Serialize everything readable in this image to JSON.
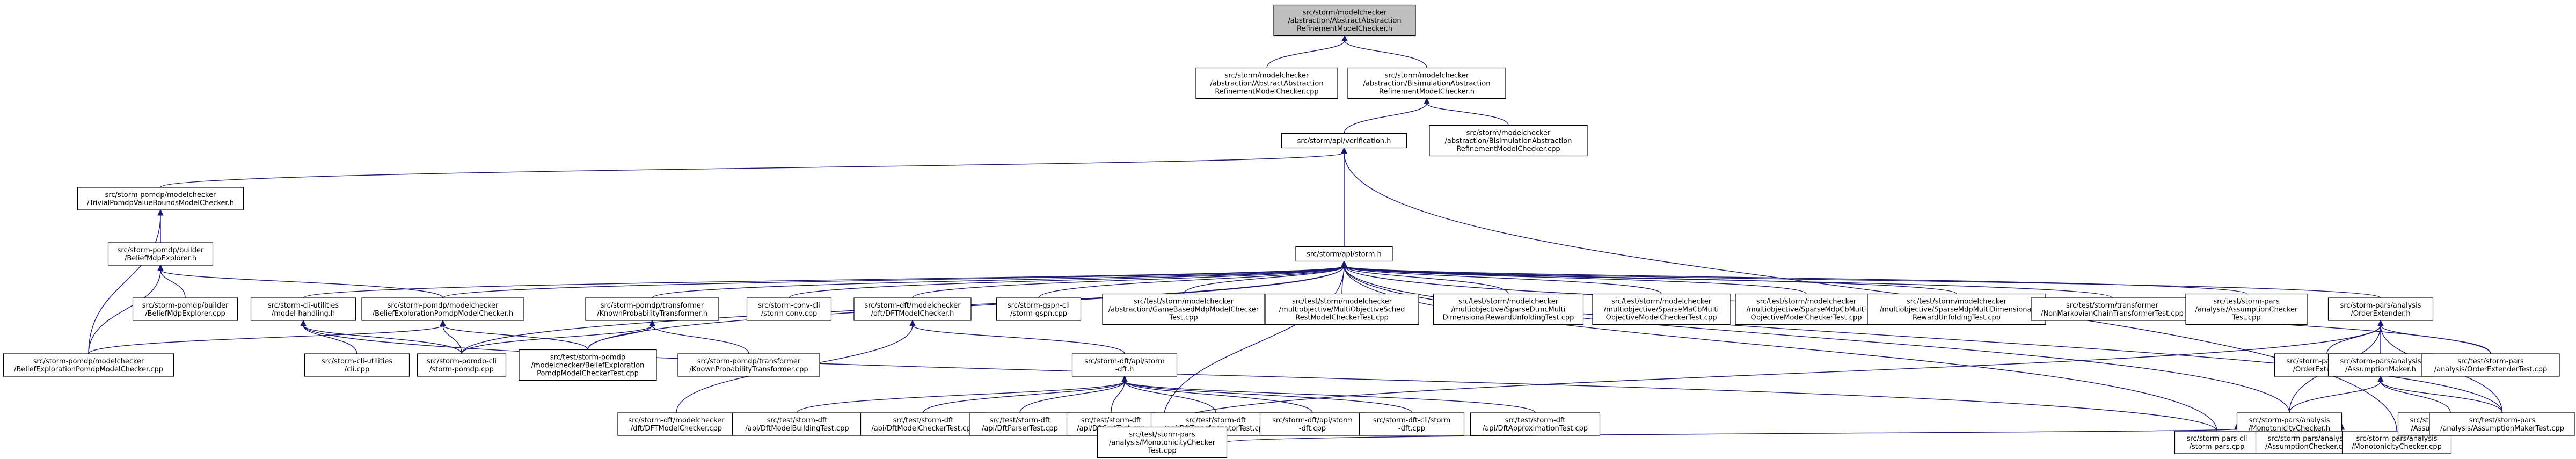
{
  "nodes": [
    {
      "id": "root",
      "root": true,
      "lines": [
        "src/storm/modelchecker",
        "/abstraction/AbstractAbstraction",
        "RefinementModelChecker.h"
      ]
    },
    {
      "id": "aarmc_cpp",
      "lines": [
        "src/storm/modelchecker",
        "/abstraction/AbstractAbstraction",
        "RefinementModelChecker.cpp"
      ]
    },
    {
      "id": "barmc_h",
      "lines": [
        "src/storm/modelchecker",
        "/abstraction/BisimulationAbstraction",
        "RefinementModelChecker.h"
      ]
    },
    {
      "id": "verification_h",
      "lines": [
        "src/storm/api/verification.h"
      ]
    },
    {
      "id": "barmc_cpp",
      "lines": [
        "src/storm/modelchecker",
        "/abstraction/BisimulationAbstraction",
        "RefinementModelChecker.cpp"
      ]
    },
    {
      "id": "trivial_h",
      "lines": [
        "src/storm-pomdp/modelchecker",
        "/TrivialPomdpValueBoundsModelChecker.h"
      ]
    },
    {
      "id": "storm_h",
      "lines": [
        "src/storm/api/storm.h"
      ]
    },
    {
      "id": "beliefmdp_h",
      "lines": [
        "src/storm-pomdp/builder",
        "/BeliefMdpExplorer.h"
      ]
    },
    {
      "id": "beliefmdp_cpp",
      "lines": [
        "src/storm-pomdp/builder",
        "/BeliefMdpExplorer.cpp"
      ]
    },
    {
      "id": "bepmc_cpp",
      "lines": [
        "src/storm-pomdp/modelchecker",
        "/BeliefExplorationPomdpModelChecker.cpp"
      ]
    },
    {
      "id": "cli_h",
      "lines": [
        "src/storm-cli-utilities",
        "/model-handling.h"
      ]
    },
    {
      "id": "cli_cpp",
      "lines": [
        "src/storm-cli-utilities",
        "/cli.cpp"
      ]
    },
    {
      "id": "bepmc_h",
      "lines": [
        "src/storm-pomdp/modelchecker",
        "/BeliefExplorationPomdpModelChecker.h"
      ]
    },
    {
      "id": "pomdpcli_cpp",
      "lines": [
        "src/storm-pomdp-cli",
        "/storm-pomdp.cpp"
      ]
    },
    {
      "id": "bepmctest_cpp",
      "lines": [
        "src/test/storm-pomdp",
        "/modelchecker/BeliefExploration",
        "PomdpModelCheckerTest.cpp"
      ]
    },
    {
      "id": "kpt_h",
      "lines": [
        "src/storm-pomdp/transformer",
        "/KnownProbabilityTransformer.h"
      ]
    },
    {
      "id": "kpt_cpp",
      "lines": [
        "src/storm-pomdp/transformer",
        "/KnownProbabilityTransformer.cpp"
      ]
    },
    {
      "id": "conv_cpp",
      "lines": [
        "src/storm-conv-cli",
        "/storm-conv.cpp"
      ]
    },
    {
      "id": "dftmc_h",
      "lines": [
        "src/storm-dft/modelchecker",
        "/dft/DFTModelChecker.h"
      ]
    },
    {
      "id": "dftapi_h",
      "lines": [
        "src/storm-dft/api/storm",
        "-dft.h"
      ]
    },
    {
      "id": "dftmc_cpp",
      "lines": [
        "src/storm-dft/modelchecker",
        "/dft/DFTModelChecker.cpp"
      ]
    },
    {
      "id": "gspn_cpp",
      "lines": [
        "src/storm-gspn-cli",
        "/storm-gspn.cpp"
      ]
    },
    {
      "id": "gbmdp_test",
      "lines": [
        "src/test/storm/modelchecker",
        "/abstraction/GameBasedMdpModelChecker",
        "Test.cpp"
      ]
    },
    {
      "id": "mosched_test",
      "lines": [
        "src/test/storm/modelchecker",
        "/multiobjective/MultiObjectiveSched",
        "RestModelCheckerTest.cpp"
      ]
    },
    {
      "id": "sparsedtmc_test",
      "lines": [
        "src/test/storm/modelchecker",
        "/multiobjective/SparseDtmcMulti",
        "DimensionalRewardUnfoldingTest.cpp"
      ]
    },
    {
      "id": "sparsema_test",
      "lines": [
        "src/test/storm/modelchecker",
        "/multiobjective/SparseMaCbMulti",
        "ObjectiveModelCheckerTest.cpp"
      ]
    },
    {
      "id": "sparsemdpcb_test",
      "lines": [
        "src/test/storm/modelchecker",
        "/multiobjective/SparseMdpCbMulti",
        "ObjectiveModelCheckerTest.cpp"
      ]
    },
    {
      "id": "sparsemdpmd_test",
      "lines": [
        "src/test/storm/modelchecker",
        "/multiobjective/SparseMdpMultiDimensional",
        "RewardUnfoldingTest.cpp"
      ]
    },
    {
      "id": "nonmarkov_test",
      "lines": [
        "src/test/storm/transformer",
        "/NonMarkovianChainTransformerTest.cpp"
      ]
    },
    {
      "id": "assumptionchecker_test",
      "lines": [
        "src/test/storm-pars",
        "/analysis/AssumptionChecker",
        "Test.cpp"
      ]
    },
    {
      "id": "orderext_h",
      "lines": [
        "src/storm-pars/analysis",
        "/OrderExtender.h"
      ]
    },
    {
      "id": "dftmbtest",
      "lines": [
        "src/test/storm-dft",
        "/api/DftModelBuildingTest.cpp"
      ]
    },
    {
      "id": "dftmctest",
      "lines": [
        "src/test/storm-dft",
        "/api/DftModelCheckerTest.cpp"
      ]
    },
    {
      "id": "dftparsertest",
      "lines": [
        "src/test/storm-dft",
        "/api/DftParserTest.cpp"
      ]
    },
    {
      "id": "dftsmttest",
      "lines": [
        "src/test/storm-dft",
        "/api/DftSmtTest.cpp"
      ]
    },
    {
      "id": "dfttranstest",
      "lines": [
        "src/test/storm-dft",
        "/api/DftTransformatorTest.cpp"
      ]
    },
    {
      "id": "stormdft_cpp",
      "lines": [
        "src/storm-dft/api/storm",
        "-dft.cpp"
      ]
    },
    {
      "id": "stormdftcli_cpp",
      "lines": [
        "src/storm-dft-cli/storm",
        "-dft.cpp"
      ]
    },
    {
      "id": "dftapprox",
      "lines": [
        "src/test/storm-dft",
        "/api/DftApproximationTest.cpp"
      ]
    },
    {
      "id": "mono_h",
      "lines": [
        "src/storm-pars/analysis",
        "/MonotonicityChecker.h"
      ]
    },
    {
      "id": "monotest",
      "lines": [
        "src/test/storm-pars",
        "/analysis/MonotonicityChecker",
        "Test.cpp"
      ]
    },
    {
      "id": "parscli",
      "lines": [
        "src/storm-pars-cli",
        "/storm-pars.cpp"
      ]
    },
    {
      "id": "assumchecker_cpp",
      "lines": [
        "src/storm-pars/analysis",
        "/AssumptionChecker.cpp"
      ]
    },
    {
      "id": "mono_cpp",
      "lines": [
        "src/storm-pars/analysis",
        "/MonotonicityChecker.cpp"
      ]
    },
    {
      "id": "orderext_cpp",
      "lines": [
        "src/storm-pars/analysis",
        "/OrderExtender.cpp"
      ]
    },
    {
      "id": "assummaker_h",
      "lines": [
        "src/storm-pars/analysis",
        "/AssumptionMaker.h"
      ]
    },
    {
      "id": "assummaker_cpp",
      "lines": [
        "src/storm-pars/analysis",
        "/AssumptionMaker.cpp"
      ]
    },
    {
      "id": "orderext_test",
      "lines": [
        "src/test/storm-pars",
        "/analysis/OrderExtenderTest.cpp"
      ]
    },
    {
      "id": "assummaker_test",
      "lines": [
        "src/test/storm-pars",
        "/analysis/AssumptionMakerTest.cpp"
      ]
    }
  ],
  "edges": [
    [
      "aarmc_cpp",
      "root"
    ],
    [
      "barmc_h",
      "root"
    ],
    [
      "verification_h",
      "barmc_h"
    ],
    [
      "barmc_cpp",
      "barmc_h"
    ],
    [
      "trivial_h",
      "verification_h"
    ],
    [
      "storm_h",
      "verification_h"
    ],
    [
      "mono_cpp",
      "verification_h"
    ],
    [
      "bepmc_cpp",
      "trivial_h"
    ],
    [
      "beliefmdp_h",
      "trivial_h"
    ],
    [
      "beliefmdp_cpp",
      "beliefmdp_h"
    ],
    [
      "bepmc_cpp",
      "beliefmdp_h"
    ],
    [
      "bepmc_h",
      "beliefmdp_h"
    ],
    [
      "cli_h",
      "storm_h"
    ],
    [
      "bepmc_h",
      "storm_h"
    ],
    [
      "pomdpcli_cpp",
      "storm_h"
    ],
    [
      "bepmctest_cpp",
      "storm_h"
    ],
    [
      "kpt_h",
      "storm_h"
    ],
    [
      "conv_cpp",
      "storm_h"
    ],
    [
      "dftmc_h",
      "storm_h"
    ],
    [
      "gspn_cpp",
      "storm_h"
    ],
    [
      "gbmdp_test",
      "storm_h"
    ],
    [
      "mosched_test",
      "storm_h"
    ],
    [
      "sparsedtmc_test",
      "storm_h"
    ],
    [
      "sparsema_test",
      "storm_h"
    ],
    [
      "sparsemdpcb_test",
      "storm_h"
    ],
    [
      "sparsemdpmd_test",
      "storm_h"
    ],
    [
      "nonmarkov_test",
      "storm_h"
    ],
    [
      "assumptionchecker_test",
      "storm_h"
    ],
    [
      "orderext_h",
      "storm_h"
    ],
    [
      "mono_h",
      "storm_h"
    ],
    [
      "parscli",
      "storm_h"
    ],
    [
      "orderext_test",
      "storm_h"
    ],
    [
      "assummaker_test",
      "storm_h"
    ],
    [
      "monotest",
      "storm_h"
    ],
    [
      "cli_cpp",
      "cli_h"
    ],
    [
      "pomdpcli_cpp",
      "cli_h"
    ],
    [
      "parscli",
      "cli_h"
    ],
    [
      "bepmc_cpp",
      "bepmc_h"
    ],
    [
      "pomdpcli_cpp",
      "bepmc_h"
    ],
    [
      "bepmctest_cpp",
      "bepmc_h"
    ],
    [
      "kpt_cpp",
      "kpt_h"
    ],
    [
      "pomdpcli_cpp",
      "kpt_h"
    ],
    [
      "bepmctest_cpp",
      "kpt_h"
    ],
    [
      "dftapi_h",
      "dftmc_h"
    ],
    [
      "dftmc_cpp",
      "dftmc_h"
    ],
    [
      "dftmbtest",
      "dftapi_h"
    ],
    [
      "dftmctest",
      "dftapi_h"
    ],
    [
      "dftparsertest",
      "dftapi_h"
    ],
    [
      "dftsmttest",
      "dftapi_h"
    ],
    [
      "dfttranstest",
      "dftapi_h"
    ],
    [
      "stormdft_cpp",
      "dftapi_h"
    ],
    [
      "stormdftcli_cpp",
      "dftapi_h"
    ],
    [
      "dftapprox",
      "dftapi_h"
    ],
    [
      "assummaker_h",
      "orderext_h"
    ],
    [
      "mono_h",
      "orderext_h"
    ],
    [
      "orderext_cpp",
      "orderext_h"
    ],
    [
      "orderext_test",
      "orderext_h"
    ],
    [
      "assummaker_test",
      "orderext_h"
    ],
    [
      "monotest",
      "orderext_h"
    ],
    [
      "mono_h",
      "assummaker_h"
    ],
    [
      "assummaker_cpp",
      "assummaker_h"
    ],
    [
      "assummaker_test",
      "assummaker_h"
    ],
    [
      "monotest",
      "mono_h"
    ],
    [
      "parscli",
      "mono_h"
    ],
    [
      "assumchecker_cpp",
      "mono_h"
    ],
    [
      "mono_cpp",
      "mono_h"
    ]
  ]
}
